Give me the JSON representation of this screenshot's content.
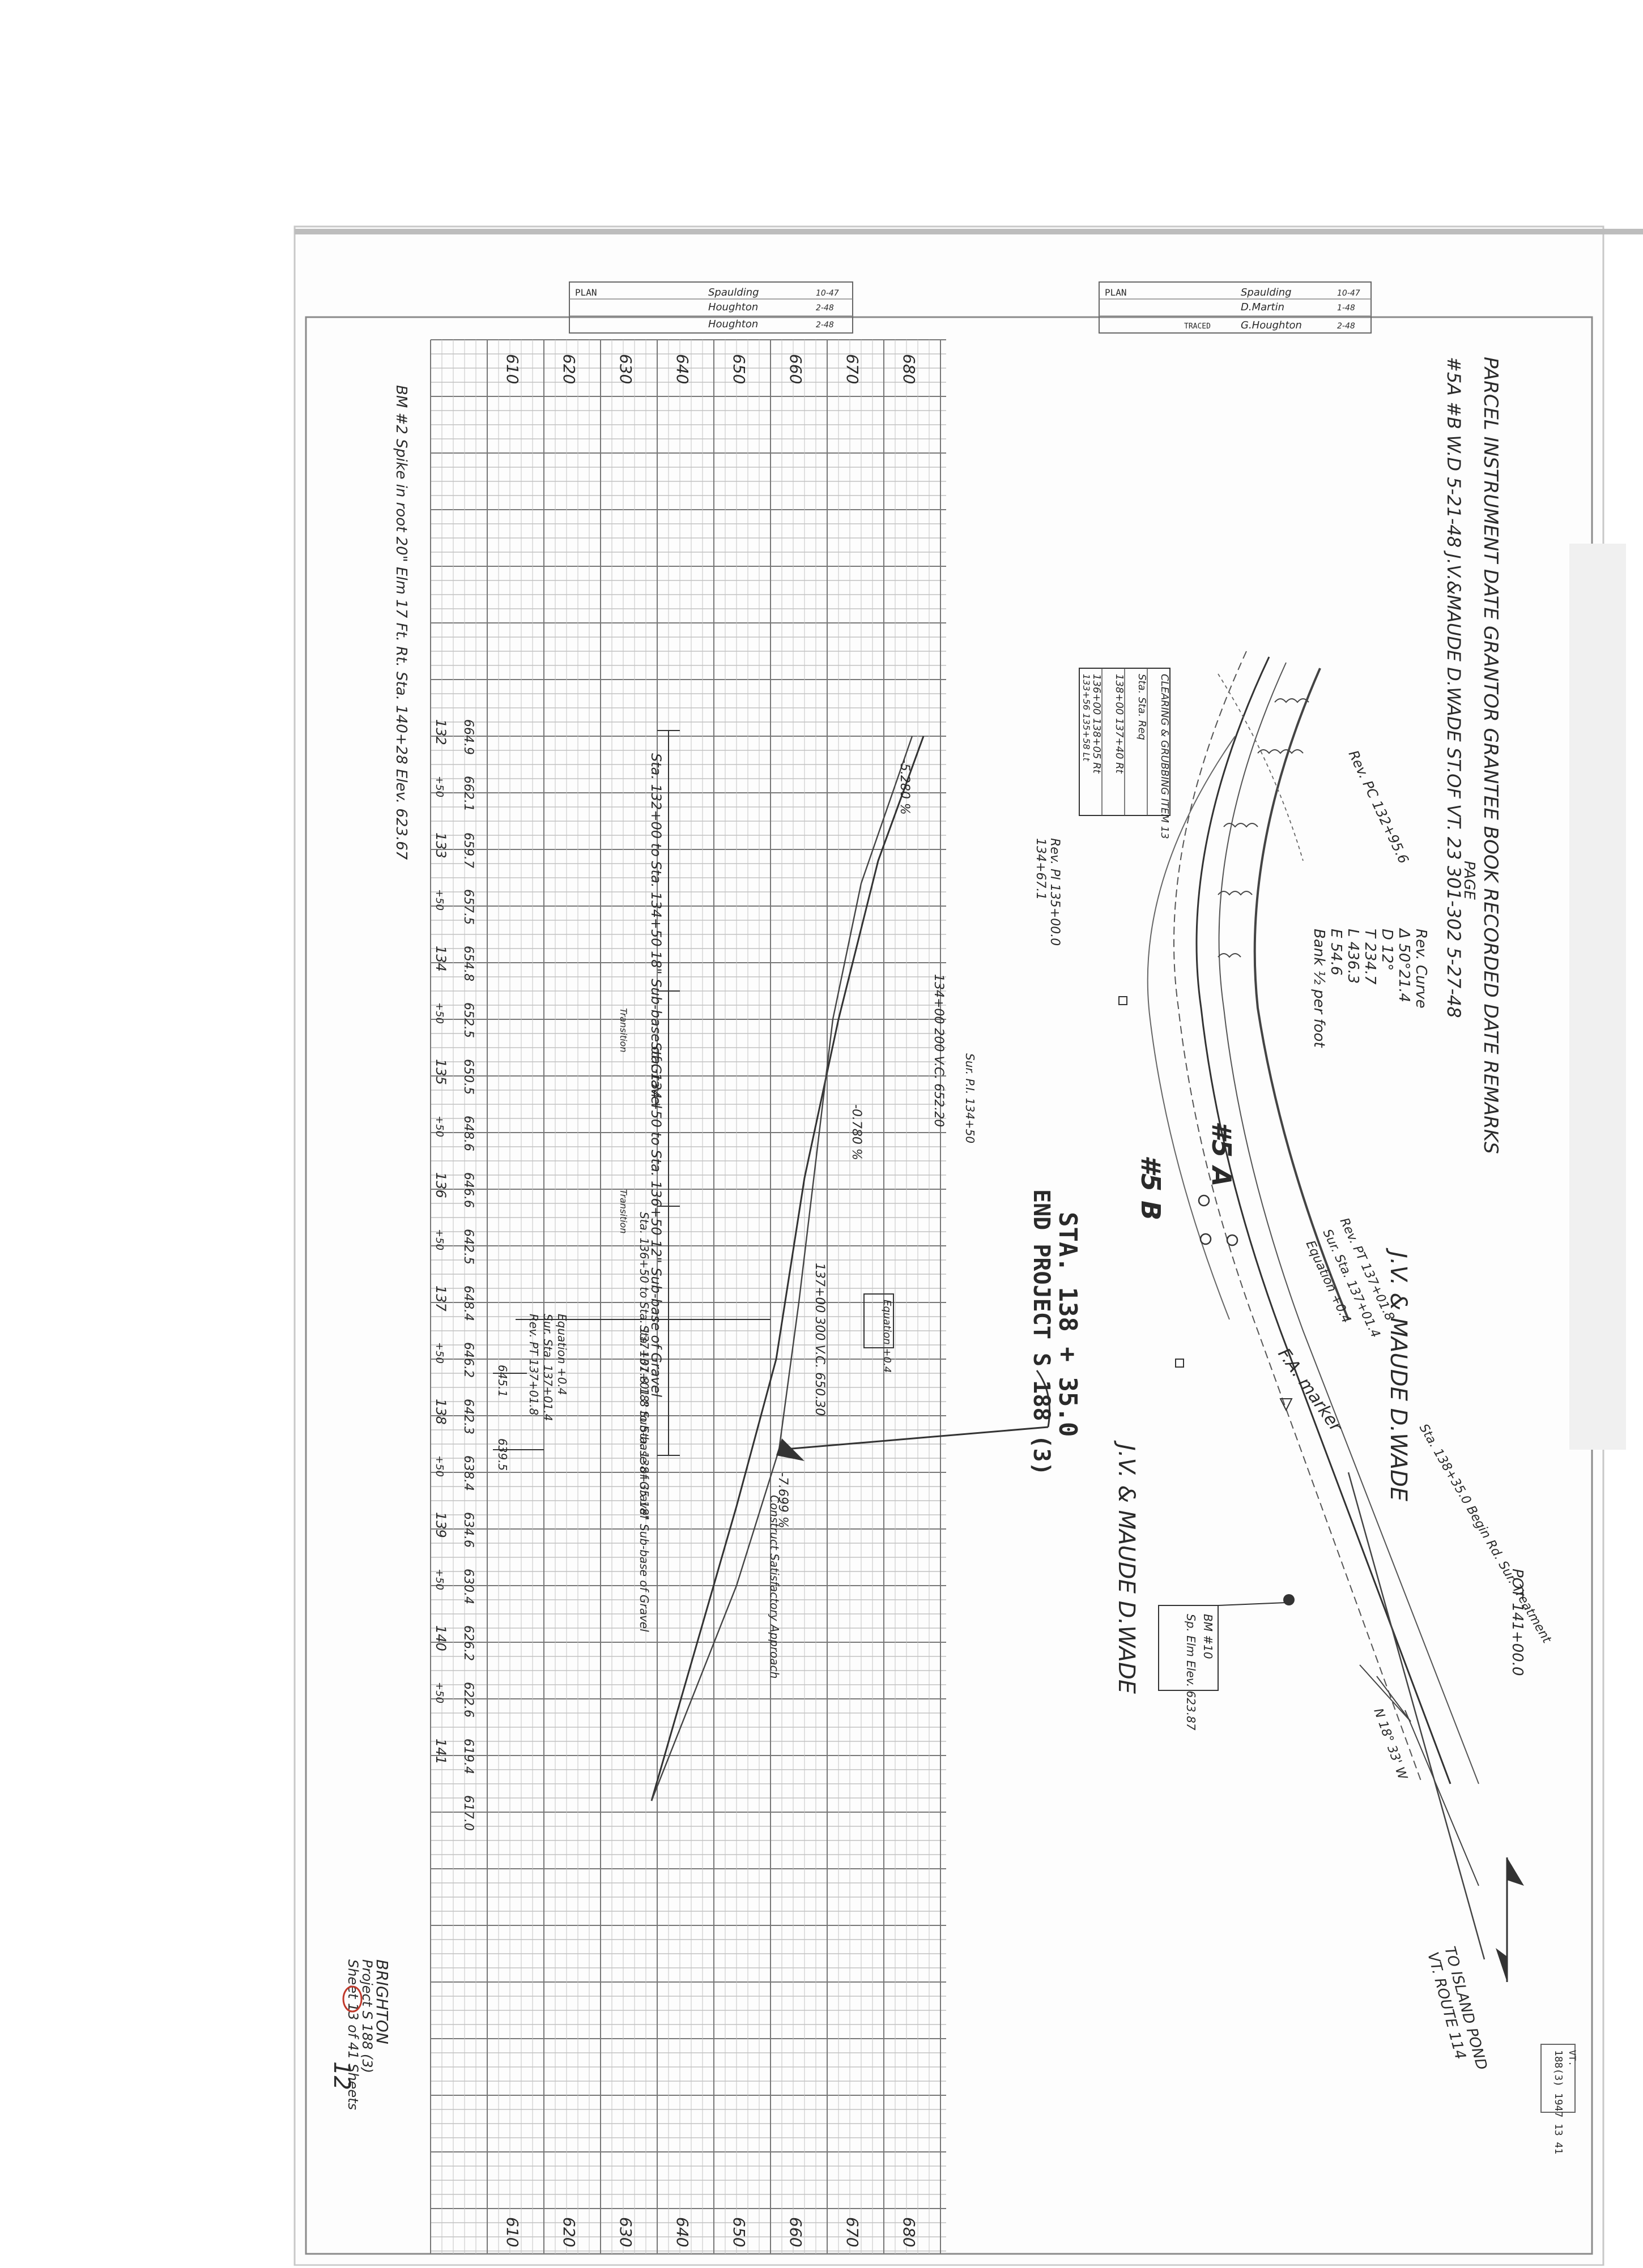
{
  "title_block": {
    "left": {
      "label": "PLAN",
      "row1_name": "Spaulding",
      "row1_date": "10-47",
      "row2_name": "Houghton",
      "row2_date": "2-48",
      "row3_name": "Houghton",
      "row3_date": "2-48"
    },
    "right": {
      "label": "PLAN",
      "row1_name": "Spaulding",
      "row1_date": "10-47",
      "row2_name": "D.Martin",
      "row2_date": "1-48",
      "row3_label": "TRACED",
      "row3_name": "G.Houghton",
      "row3_date": "2-48"
    }
  },
  "parcel_table": {
    "header1": "PARCEL INSTRUMENT DATE GRANTOR GRANTEE BOOK RECORDED DATE REMARKS",
    "header2": "PAGE",
    "row1": "#5A #B W.D 5-21-48 J.V.&MAUDE D.WADE ST.OF VT. 23 301-302 5-27-48"
  },
  "curve_data": {
    "title": "Rev. Curve",
    "lines": [
      "Δ 50°21.4",
      "D 12°",
      "T 234.7",
      "L 436.3",
      "E 54.6",
      "Bank ½ per foot"
    ]
  },
  "grubbing_table": {
    "header": "CLEARING & GRUBBING ITEM 13",
    "rows": [
      "Sta. Sta. Req",
      "138+00 137+40 Rt",
      "136+00 138+05 Rt",
      "133+56 135+58 Lt"
    ]
  },
  "plan_labels": {
    "end_project": "END PROJECT S 188 (3)",
    "station": "STA. 138 + 35.0",
    "owner_a": "J.V. & MAUDE D.WADE",
    "owner_b": "J.V. & MAUDE D.WADE",
    "parcel_a": "#5 A",
    "parcel_b": "#5 B",
    "pc": "Rev. PC 132+95.6",
    "pi": "Rev. PI 135+00.0",
    "pi2": "134+67.1",
    "pt": "Rev. PT 137+01.8",
    "sur_sta": "Sur. Sta. 137+01.4",
    "equation": "Equation +0.4",
    "sur_pi": "Sur. P.I. 134+50",
    "pot": "POT 141+00.0",
    "fa_marker": "F.A. marker",
    "begin_rd": "Sta. 138+35.0 Begin Rd. Sur. Treatment",
    "bearing": "N 18° 33' W",
    "to_island_pond": "TO ISLAND POND",
    "route": "VT. ROUTE 114",
    "bm": "BM #10",
    "bm_desc": "Sp. Elm Elev. 623.87"
  },
  "profile": {
    "elev_labels": [
      "680",
      "670",
      "660",
      "650",
      "640",
      "630",
      "620",
      "610"
    ],
    "stations": [
      "132",
      "133",
      "134",
      "135",
      "136",
      "137",
      "138",
      "139",
      "140",
      "141"
    ],
    "half_marks": [
      "+50",
      "+50",
      "+50",
      "+50",
      "+50",
      "+50",
      "+50",
      "+50",
      "+50"
    ],
    "grade_elev": [
      "664.9",
      "662.1",
      "659.7",
      "657.5",
      "654.8",
      "652.5",
      "650.5",
      "648.6",
      "646.6",
      "642.5",
      "648.4",
      "646.2",
      "642.3",
      "638.4",
      "634.6",
      "630.4",
      "626.2",
      "622.6",
      "619.4",
      "617.0"
    ],
    "bm_note": "BM #2 Spike in root 20\" Elm 17 Ft. Rt. Sta. 140+28 Elev. 623.67",
    "grade1": "-5.280 %",
    "grade2": "-0.780 %",
    "grade3": "-7.699 %",
    "vc1": "134+00 200 V.C. 652.20",
    "vc2": "137+00 300 V.C. 650.30",
    "subbase1": "Sta. 132+00 to Sta. 134+50 18\" Sub-base of Gravel",
    "subbase2": "Sta. 134+50 to Sta. 136+50 12\" Sub-base of Gravel",
    "subbase3": "Sta. 136+50 to Sta. 137+01.8 18\" Sub-base of Gravel",
    "subbase4": "Sta. 137+01.8 to Sta. 138+35 18\" Sub-base of Gravel",
    "transition": "Transition",
    "equation_box": "Equation +0.4",
    "construct": "Construct Satisfactory Approach",
    "elev_marks": [
      "645.1",
      "639.5"
    ]
  },
  "sheet_info": {
    "town": "BRIGHTON",
    "project": "Project S 188 (3)",
    "sheet_num": "13",
    "sheet_text": "Sheet 13 of 41 Sheets",
    "corner_note": "12",
    "strip_state": "VT.",
    "strip_project": "188(3) 1947 13 41"
  }
}
